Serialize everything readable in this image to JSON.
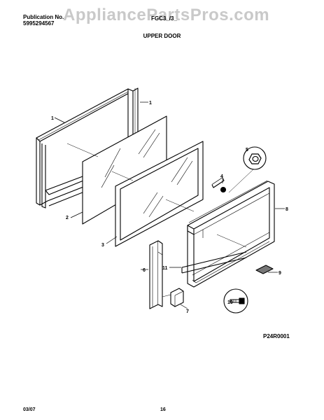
{
  "header": {
    "pub_label": "Publication No.",
    "pub_number": "5995294567",
    "model": "FGC3_/3_",
    "section_title": "UPPER DOOR"
  },
  "watermark": "AppliancePartsPros.com",
  "diagram_code": "P24R0001",
  "footer": {
    "date": "03/07",
    "page": "16"
  },
  "callouts": [
    "1",
    "2",
    "3",
    "4",
    "5",
    "6",
    "7",
    "8",
    "9",
    "10",
    "11"
  ]
}
